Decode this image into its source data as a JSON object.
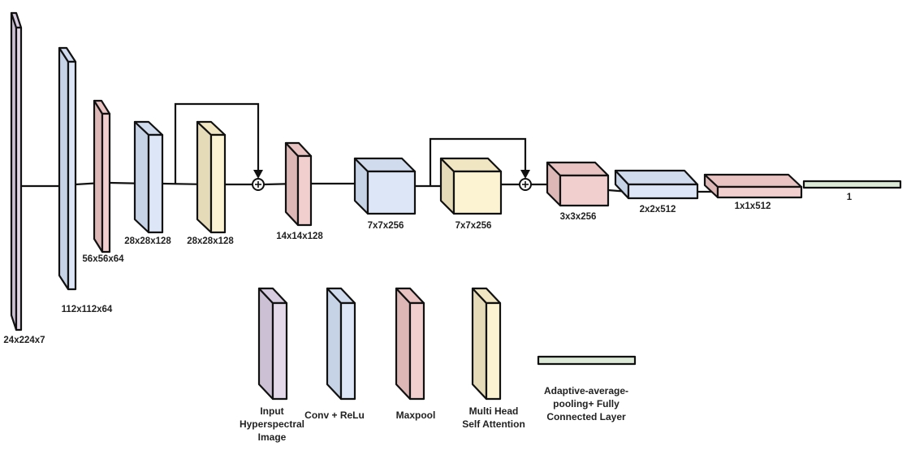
{
  "diagram": {
    "title": "",
    "colors": {
      "input": {
        "front": "#e3d9e9",
        "side": "#cbc0d4",
        "top": "#d8cde0"
      },
      "conv": {
        "front": "#dce6f7",
        "side": "#c6d2e6",
        "top": "#d0dbee"
      },
      "maxpool": {
        "front": "#f2cfcf",
        "side": "#dcb7b6",
        "top": "#e8c3c2"
      },
      "attention": {
        "front": "#fcf3d3",
        "side": "#e6dbb8",
        "top": "#f1e6c2"
      },
      "fc": {
        "front": "#dce9d6"
      },
      "stroke": "#111111"
    },
    "layers": [
      {
        "id": "input",
        "type": "input",
        "label": "24x224x7"
      },
      {
        "id": "conv1",
        "type": "conv",
        "label": "112x112x64"
      },
      {
        "id": "pool1",
        "type": "maxpool",
        "label": "56x56x64"
      },
      {
        "id": "conv2",
        "type": "conv",
        "label": "28x28x128"
      },
      {
        "id": "attn1",
        "type": "attention",
        "label": "28x28x128"
      },
      {
        "id": "pool2",
        "type": "maxpool",
        "label": "14x14x128"
      },
      {
        "id": "conv3",
        "type": "conv",
        "label": "7x7x256"
      },
      {
        "id": "attn2",
        "type": "attention",
        "label": "7x7x256"
      },
      {
        "id": "pool3",
        "type": "maxpool",
        "label": "3x3x256"
      },
      {
        "id": "conv4",
        "type": "conv",
        "label": "2x2x512"
      },
      {
        "id": "pool4",
        "type": "maxpool",
        "label": "1x1x512"
      },
      {
        "id": "fc",
        "type": "fc",
        "label": "1"
      }
    ],
    "skip_connections": [
      {
        "from": "after conv2",
        "to": "add1",
        "op": "+"
      },
      {
        "from": "after conv3",
        "to": "add2",
        "op": "+"
      }
    ],
    "legend": [
      {
        "type": "input",
        "label_lines": [
          "Input",
          "Hyperspectral",
          "Image"
        ]
      },
      {
        "type": "conv",
        "label_lines": [
          "Conv + ReLu"
        ]
      },
      {
        "type": "maxpool",
        "label_lines": [
          "Maxpool"
        ]
      },
      {
        "type": "attention",
        "label_lines": [
          "Multi Head",
          "Self Attention"
        ]
      },
      {
        "type": "fc",
        "label_lines": [
          "Adaptive-average-",
          "pooling+ Fully",
          "Connected Layer"
        ]
      }
    ]
  }
}
